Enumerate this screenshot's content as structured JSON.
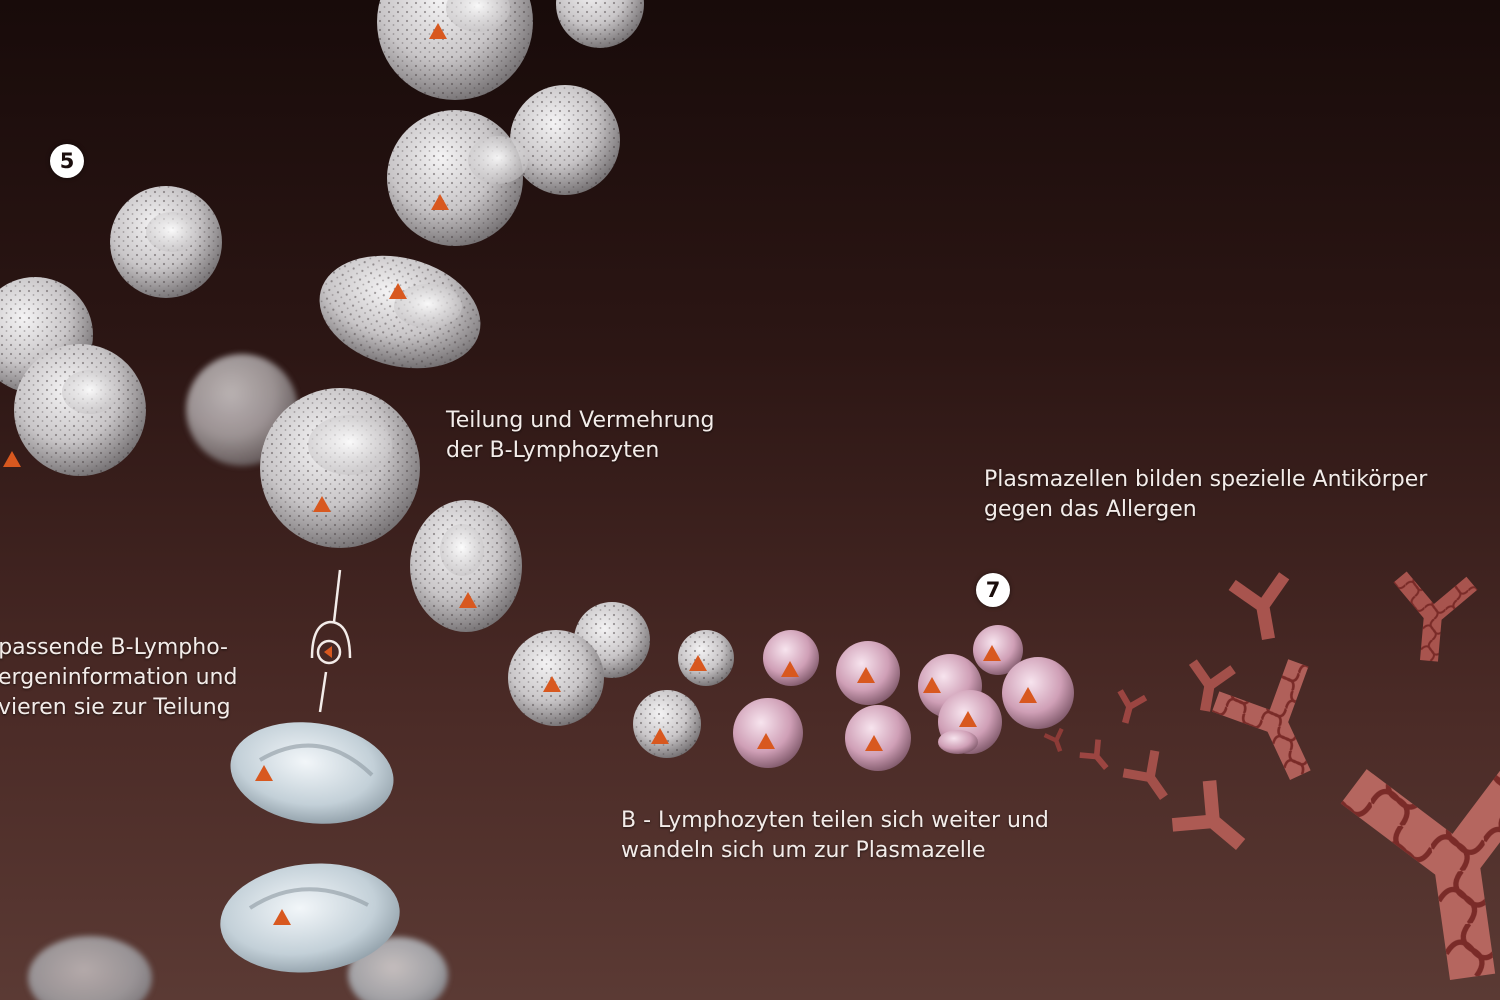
{
  "colors": {
    "background_top": "#180b0a",
    "background_bottom": "#5b3a34",
    "cell_white": "#d9d7d8",
    "cell_pink": "#d7a9bf",
    "antigen_marker": "#d8581f",
    "antibody": "#9a3f3a",
    "text": "#f3ece9"
  },
  "steps": {
    "five": "5",
    "seven": "7"
  },
  "captions": {
    "division": [
      "Teilung und Vermehrung",
      "der B-Lymphozyten"
    ],
    "plasma": [
      "Plasmazellen bilden spezielle Antikörper",
      "gegen das Allergen"
    ],
    "transform": [
      "B - Lymphozyten teilen sich weiter und",
      "wandeln sich um zur Plasmazelle"
    ],
    "left_cut": [
      "passende B-Lympho-",
      "ergeninformation und",
      "vieren sie zur Teilung"
    ]
  },
  "icons": {
    "cells": "lymphocyte-cell-icon",
    "antibody": "y-antibody-icon",
    "marker": "antigen-marker-icon",
    "receptor": "receptor-binding-icon"
  }
}
